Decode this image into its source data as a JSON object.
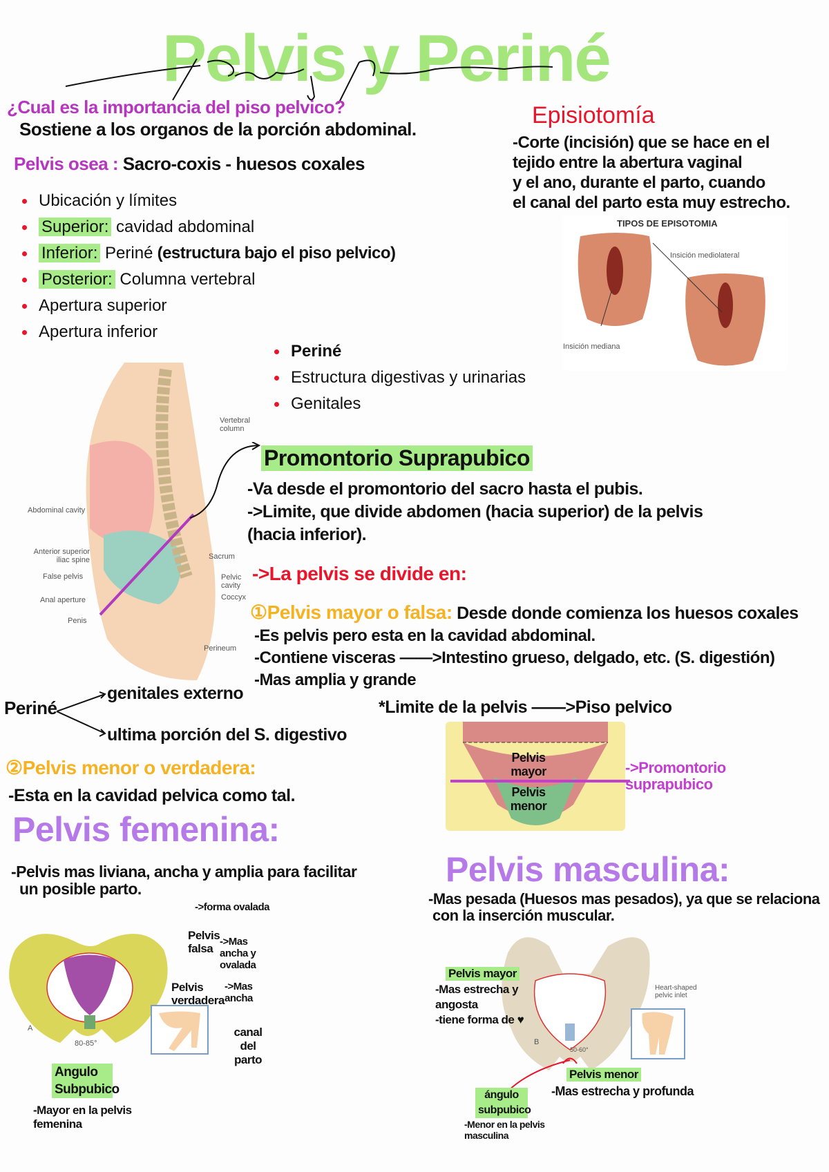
{
  "title": "Pelvis y Periné",
  "signature_text": "Pelvis y periné",
  "question": {
    "text": "¿Cual es la importancia del piso pelvico?",
    "answer": "Sostiene a los organos de la porción abdominal."
  },
  "pelvis_osea": {
    "label": "Pelvis osea :",
    "text": "Sacro-coxis - huesos coxales"
  },
  "limits_list": [
    {
      "highlight": "",
      "text": "Ubicación y límites"
    },
    {
      "highlight": "Superior:",
      "text": " cavidad abdominal"
    },
    {
      "highlight": "Inferior:",
      "text": " Periné",
      "handwritten": " (estructura bajo el piso pelvico)"
    },
    {
      "highlight": "Posterior:",
      "text": " Columna vertebral"
    },
    {
      "highlight": "",
      "text": "Apertura superior"
    },
    {
      "highlight": "",
      "text": "Apertura inferior"
    }
  ],
  "episiotomia": {
    "title": "Episiotomía",
    "lines": [
      "-Corte (incisión) que se hace en el",
      "tejido entre la abertura vaginal",
      "y el ano, durante el parto, cuando",
      "el canal del parto esta muy estrecho."
    ],
    "figure": {
      "title": "TIPOS DE EPISOTOMIA",
      "label_mediolateral": "Insición mediolateral",
      "label_mediana": "Insición mediana"
    }
  },
  "sagittal_figure": {
    "labels": [
      "Vertebral column",
      "Abdominal cavity",
      "Anterior superior iliac spine",
      "False pelvis",
      "Anal aperture",
      "Penis",
      "Sacrum",
      "Pelvic cavity",
      "Coccyx",
      "Perineum"
    ]
  },
  "perine_list": [
    "Periné",
    "Estructura digestivas y urinarias",
    "Genitales"
  ],
  "promontorio": {
    "title": "Promontorio Suprapubico",
    "lines": [
      "-Va desde el promontorio del sacro hasta el pubis.",
      "->Limite, que divide abdomen (hacia superior) de la pelvis",
      "(hacia inferior)."
    ]
  },
  "division": {
    "title": "->La pelvis se divide en:",
    "mayor": {
      "title": "①Pelvis mayor o falsa:",
      "desc": "Desde donde comienza los huesos coxales",
      "lines": [
        "-Es pelvis pero esta en la cavidad abdominal.",
        "-Contiene visceras ——>Intestino grueso, delgado, etc. (S. digestión)",
        "-Mas amplia y grande"
      ]
    },
    "menor": {
      "title": "②Pelvis menor o verdadera:",
      "lines": [
        "-Esta en la cavidad pelvica como tal."
      ]
    }
  },
  "perine_diagram": {
    "root": "Periné",
    "branches": [
      "genitales externo",
      "ultima porción del S. digestivo"
    ]
  },
  "limite": {
    "text": "*Limite de la pelvis ——>Piso pelvico",
    "figure": {
      "label_mayor": "Pelvis mayor",
      "label_menor": "Pelvis menor",
      "pointer": "->Promontorio suprapubico"
    }
  },
  "femenina": {
    "title": "Pelvis femenina:",
    "lines": [
      "-Pelvis mas liviana, ancha y amplia para facilitar",
      "un posible parto."
    ],
    "annotations": {
      "forma": "->forma ovalada",
      "falsa": "Pelvis falsa",
      "falsa_desc": "->Mas ancha y ovalada",
      "verdadera": "Pelvis verdadera",
      "verdadera_desc": "->Mas ancha",
      "canal": "canal del parto",
      "angle": "80-85°",
      "figure_letter": "A",
      "angulo": "Angulo Subpubico",
      "angulo_desc": "-Mayor en la pelvis femenina"
    }
  },
  "masculina": {
    "title": "Pelvis masculina:",
    "lines": [
      "-Mas pesada (Huesos mas pesados), ya que se relaciona",
      "con la inserción muscular."
    ],
    "annotations": {
      "mayor": "Pelvis mayor",
      "mayor_desc": [
        "-Mas estrecha y angosta",
        "-tiene forma de ♥"
      ],
      "heart_label": "Heart-shaped pelvic inlet",
      "figure_letter": "B",
      "angle": "50-60°",
      "menor": "Pelvis menor",
      "menor_desc": "-Mas estrecha y profunda",
      "angulo": "ángulo subpubico",
      "angulo_desc": "-Menor en la pelvis masculina"
    }
  },
  "colors": {
    "title_green": "#a4e67c",
    "highlight_green": "#a8ec8a",
    "purple": "#b636c0",
    "violet": "#b57ae8",
    "red": "#e8152b",
    "orange": "#f5b223",
    "bone_female": "#d9d65a",
    "bone_male": "#e3d9c2"
  }
}
